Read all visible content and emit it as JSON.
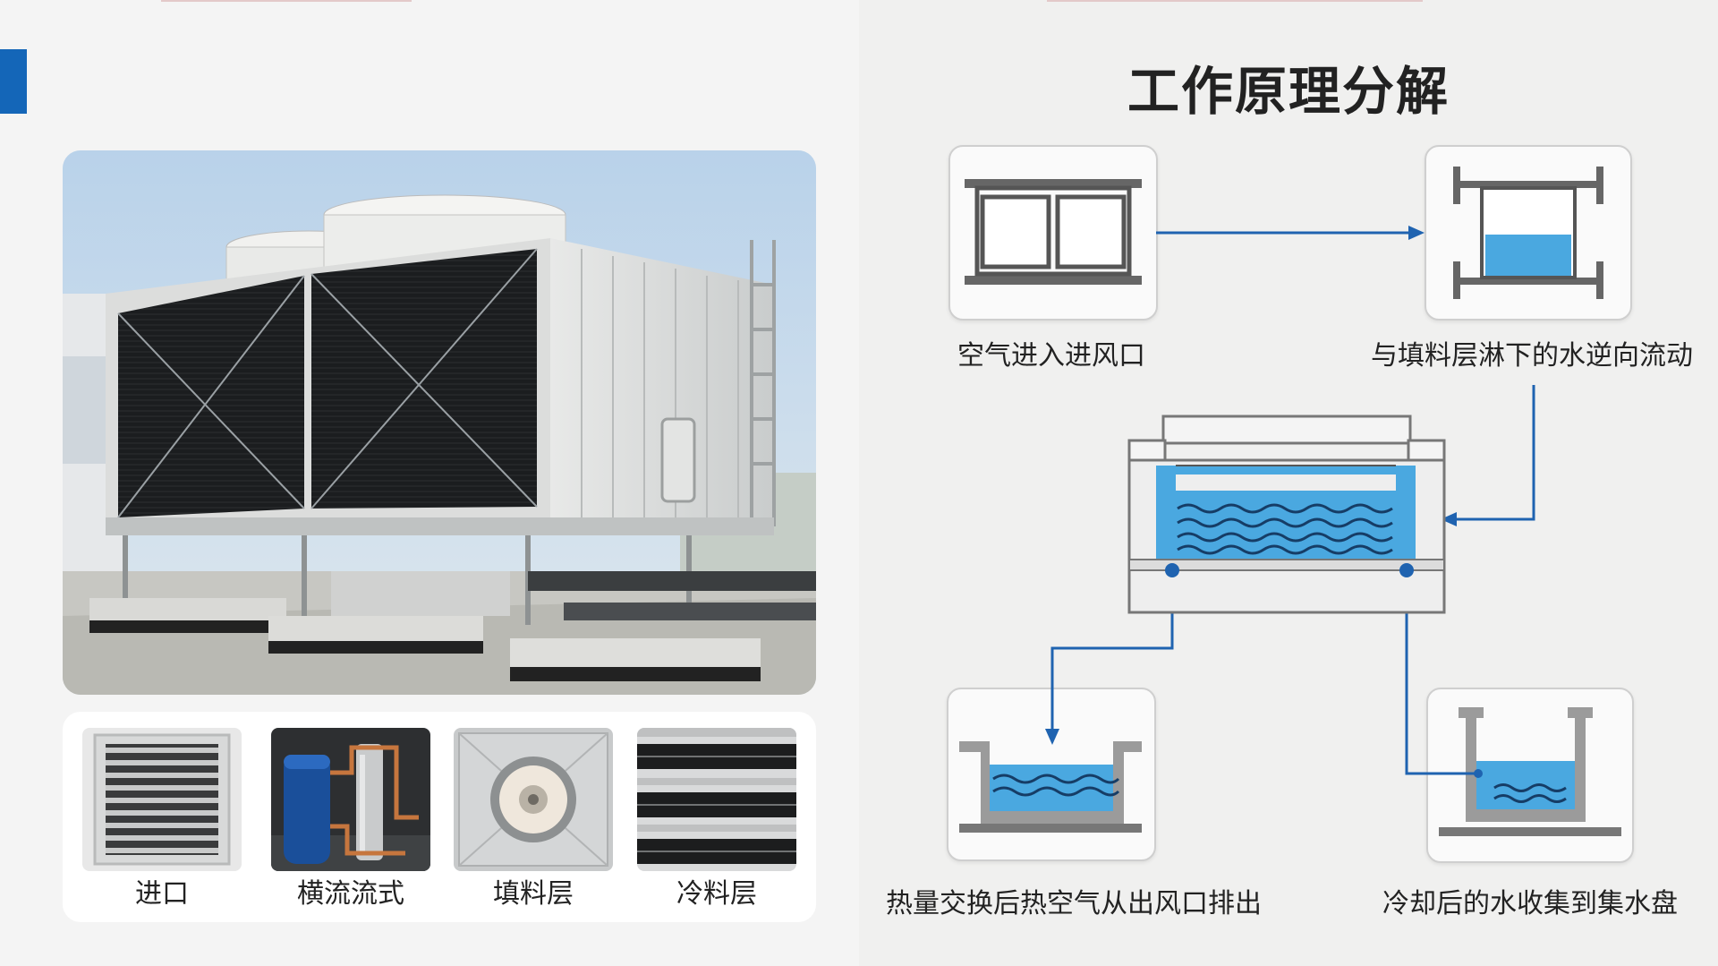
{
  "title": "工作原理分解",
  "components": [
    {
      "label": "进口",
      "icon": "louver-inlet-icon"
    },
    {
      "label": "横流流式",
      "icon": "pump-assembly-icon"
    },
    {
      "label": "填料层",
      "icon": "fan-motor-icon"
    },
    {
      "label": "冷料层",
      "icon": "fill-media-icon"
    }
  ],
  "steps": {
    "air_inlet": "空气进入进风口",
    "counter_flow": "与填料层淋下的水逆向流动",
    "exhaust": "热量交换后热空气从出风口排出",
    "collection": "冷却后的水收集到集水盘"
  },
  "colors": {
    "accent": "#1466b8",
    "water": "#4aa8e0",
    "arrow": "#1f63b0"
  }
}
